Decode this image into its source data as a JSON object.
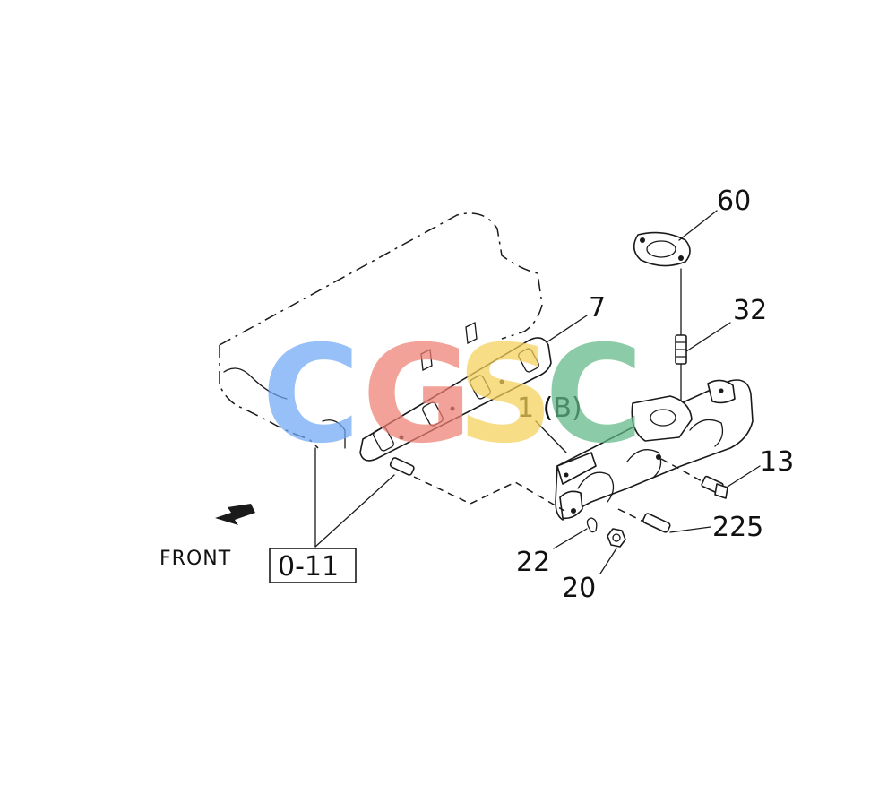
{
  "labels": {
    "p60": "60",
    "p7": "7",
    "p32": "32",
    "p1b": "1 (B)",
    "p13": "13",
    "p225": "225",
    "p22": "22",
    "p20": "20",
    "ref": "0-11",
    "front": "FRONT"
  },
  "watermark": {
    "letters": [
      "C",
      "G",
      "S",
      "C"
    ],
    "colors": [
      "#6fa8f5",
      "#ef7f73",
      "#f6d05a",
      "#5fb886"
    ]
  }
}
